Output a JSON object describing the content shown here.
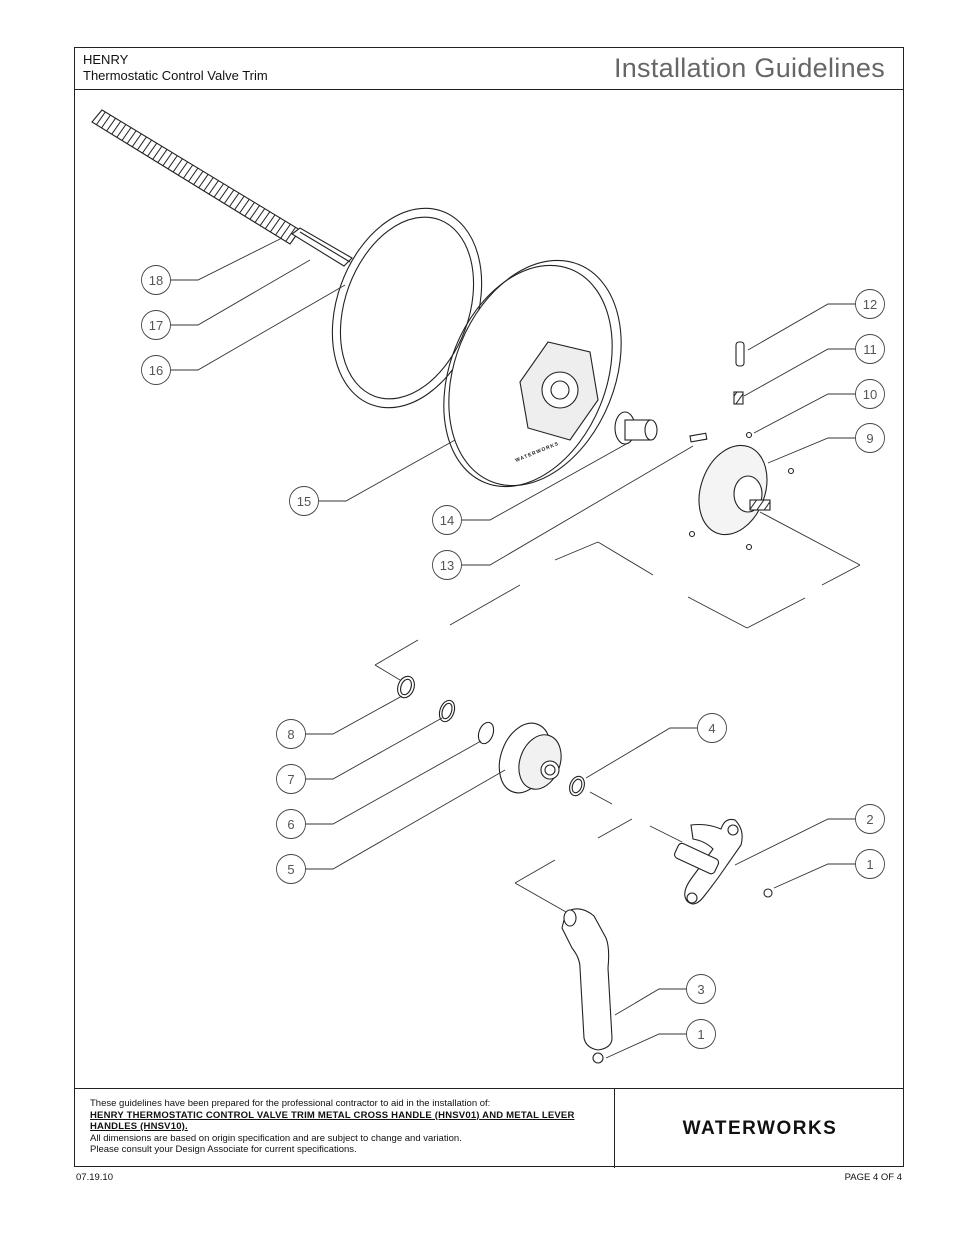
{
  "header": {
    "product_name": "HENRY",
    "product_subtitle": "Thermostatic Control Valve Trim",
    "doc_title": "Installation Guidelines"
  },
  "callouts": [
    "18",
    "17",
    "16",
    "15",
    "14",
    "13",
    "12",
    "11",
    "10",
    "9",
    "8",
    "7",
    "6",
    "5",
    "4",
    "2",
    "1",
    "3",
    "1"
  ],
  "plate_text": "WATERWORKS",
  "footer": {
    "intro": "These guidelines have been prepared for the professional contractor to aid in the installation of:",
    "product_line": "HENRY THERMOSTATIC CONTROL VALVE TRIM METAL CROSS HANDLE (HNSV01) AND METAL LEVER HANDLES (HNSV10).",
    "note1": "All dimensions are based on origin specification and are subject to change and variation.",
    "note2": "Please consult your Design Associate for current specifications.",
    "brand": "WATERWORKS",
    "date": "07.19.10",
    "page": "PAGE 4 OF 4"
  }
}
